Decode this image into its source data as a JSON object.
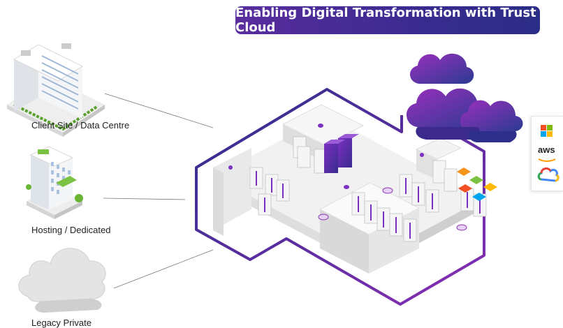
{
  "header": {
    "title": "Enabling Digital Transformation with Trust Cloud"
  },
  "sites": [
    {
      "label": "Client Site / Data Centre"
    },
    {
      "label": "Hosting / Dedicated"
    },
    {
      "label": "Legacy Private"
    }
  ],
  "cloud_providers": {
    "aws_label": "aws"
  },
  "colors": {
    "banner_start": "#5a2d9e",
    "banner_end": "#2b2d86",
    "hexagon_purple": "#7a2fb5",
    "hexagon_navy": "#2e2f8a",
    "cloud_purple": "#8a2fb4",
    "cloud_navy": "#2a3b92",
    "server_purple": "#6a2bb0"
  }
}
